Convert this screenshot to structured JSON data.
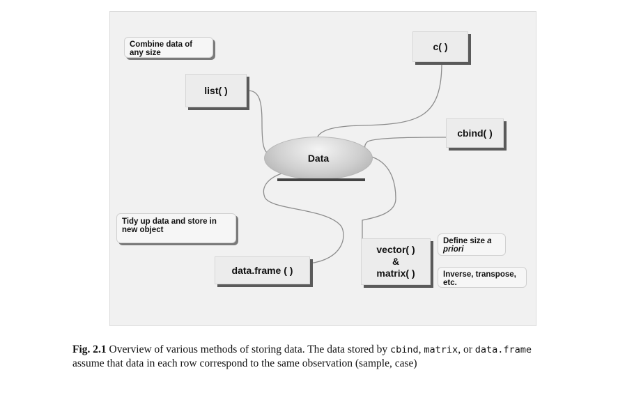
{
  "diagram": {
    "center": "Data",
    "nodes": {
      "list": "list( )",
      "c": "c( )",
      "cbind": "cbind( )",
      "vector_line1": "vector( )",
      "vector_amp": "&",
      "vector_line2": "matrix( )",
      "dataframe": "data.frame ( )"
    },
    "notes": {
      "combine": "Combine data of any size",
      "tidy": "Tidy up data and store in new object",
      "define_prefix": "Define size ",
      "define_italic": "a priori",
      "inverse": "Inverse, transpose, etc."
    }
  },
  "caption": {
    "fig_label": "Fig. 2.1",
    "text1": " Overview of various methods of storing data. The data stored by ",
    "code1": "cbind",
    "text2": ", ",
    "code2": "matrix",
    "text3": ", or ",
    "code3": "data.frame",
    "text4": " assume that data in each row correspond to the same observation (sample, case)"
  }
}
